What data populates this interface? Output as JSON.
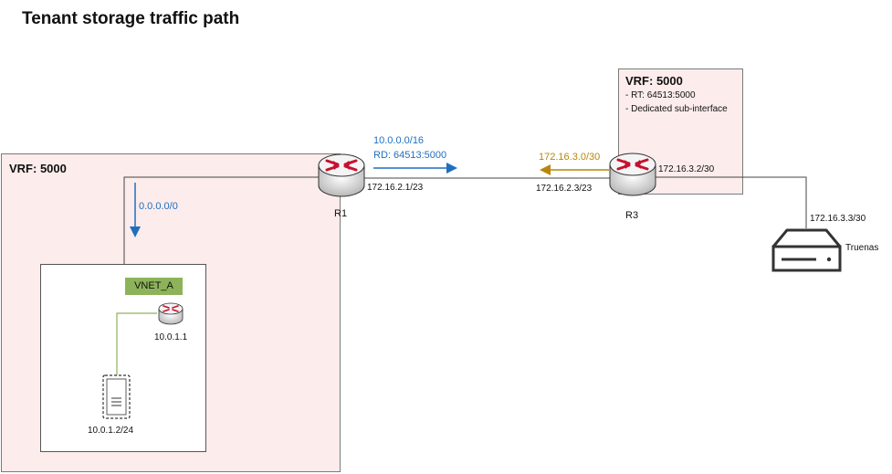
{
  "title": "Tenant storage traffic path",
  "left_vrf": {
    "label": "VRF: 5000",
    "route": "0.0.0.0/0"
  },
  "right_vrf": {
    "label": "VRF: 5000",
    "lines": [
      "- RT: 64513:5000",
      "- Dedicated sub-interface"
    ]
  },
  "vnet": {
    "label": "VNET_A",
    "router_ip": "10.0.1.1",
    "host_ip": "10.0.1.2/24"
  },
  "r1": {
    "name": "R1",
    "ip": "172.16.2.1/23",
    "advert_prefix": "10.0.0.0/16",
    "advert_rd": "RD: 64513:5000"
  },
  "r3": {
    "name": "R3",
    "ip_left": "172.16.2.3/23",
    "ip_right": "172.16.3.2/30",
    "advert_prefix": "172.16.3.0/30"
  },
  "truenas": {
    "name": "Truenas",
    "ip": "172.16.3.3/30"
  },
  "colors": {
    "blue_arrow": "#1f6fbf",
    "gold_arrow": "#b8860b",
    "vrf_fill": "#fcecec",
    "vnet_tag": "#8db35a"
  }
}
